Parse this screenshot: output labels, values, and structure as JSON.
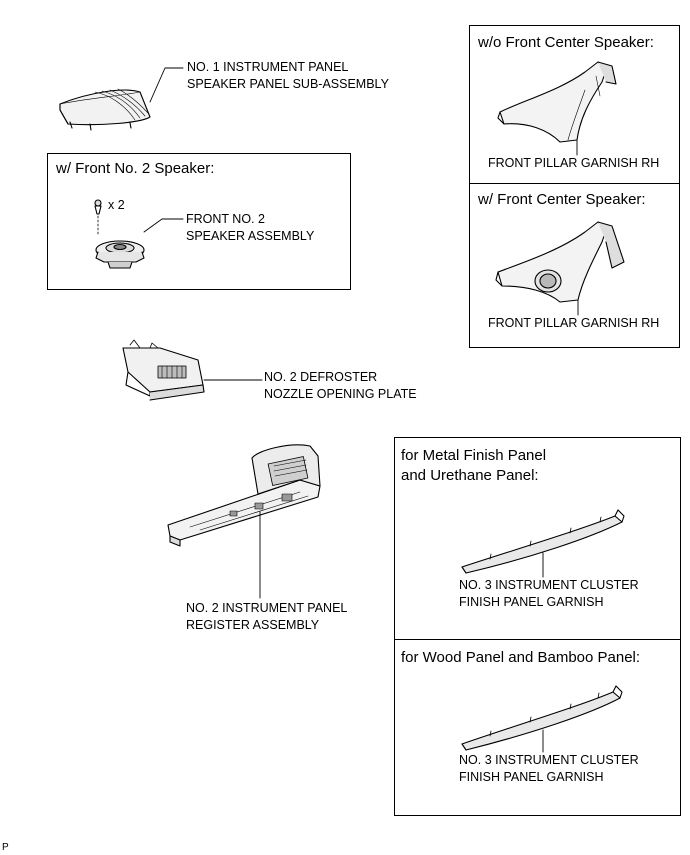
{
  "labels": {
    "speaker_panel": "NO. 1 INSTRUMENT PANEL\nSPEAKER PANEL SUB-ASSEMBLY",
    "front_speaker": "FRONT NO. 2\nSPEAKER ASSEMBLY",
    "screw_qty": "x 2",
    "defroster": "NO. 2 DEFROSTER\nNOZZLE OPENING PLATE",
    "register": "NO. 2 INSTRUMENT PANEL\nREGISTER ASSEMBLY",
    "pillar_1": "FRONT PILLAR GARNISH RH",
    "pillar_2": "FRONT PILLAR GARNISH RH",
    "cluster_1": "NO. 3 INSTRUMENT CLUSTER\nFINISH PANEL GARNISH",
    "cluster_2": "NO. 3 INSTRUMENT CLUSTER\nFINISH PANEL GARNISH"
  },
  "boxes": {
    "front_no2": "w/ Front No. 2 Speaker:",
    "wo_center": "w/o Front Center Speaker:",
    "w_center": "w/ Front Center Speaker:",
    "metal": "for Metal Finish Panel\nand Urethane Panel:",
    "wood": "for Wood Panel and Bamboo Panel:"
  },
  "corner_mark": "P"
}
